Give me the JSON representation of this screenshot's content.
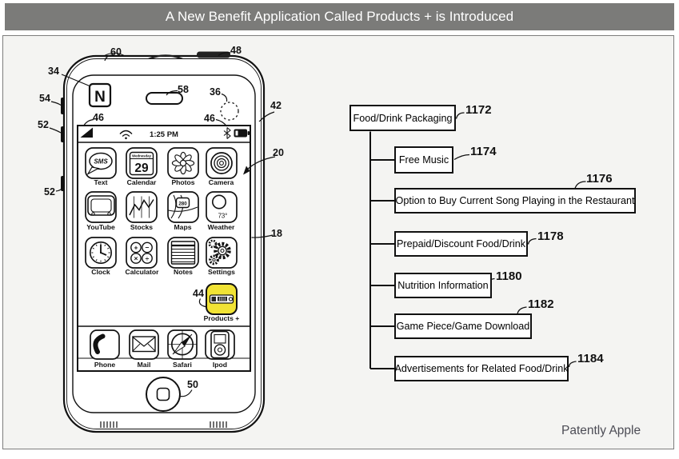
{
  "header": {
    "title": "A New Benefit Application Called  Products + is Introduced"
  },
  "phone": {
    "nfc_letter": "N",
    "status_bar": {
      "time": "1:25 PM"
    },
    "calendar": {
      "day_name": "Wednesday",
      "day_number": "29"
    },
    "sms_text": "SMS",
    "weather_temp": "73°",
    "maps_shield": "280",
    "calculator_keys": [
      "+",
      "−",
      "×",
      "÷"
    ],
    "apps": [
      {
        "label": "Text",
        "icon": "sms-bubble-icon"
      },
      {
        "label": "Calendar",
        "icon": "calendar-icon"
      },
      {
        "label": "Photos",
        "icon": "flower-icon"
      },
      {
        "label": "Camera",
        "icon": "camera-lens-icon"
      },
      {
        "label": "YouTube",
        "icon": "tv-icon"
      },
      {
        "label": "Stocks",
        "icon": "stock-chart-icon"
      },
      {
        "label": "Maps",
        "icon": "map-route-icon"
      },
      {
        "label": "Weather",
        "icon": "sun-icon"
      },
      {
        "label": "Clock",
        "icon": "clock-icon"
      },
      {
        "label": "Calculator",
        "icon": "calculator-icon"
      },
      {
        "label": "Notes",
        "icon": "notepad-icon"
      },
      {
        "label": "Settings",
        "icon": "gears-icon"
      }
    ],
    "products_app": {
      "label": "Products +",
      "icon": "barcode-product-icon",
      "highlight_color": "#f1e335"
    },
    "dock": [
      {
        "label": "Phone",
        "icon": "handset-icon"
      },
      {
        "label": "Mail",
        "icon": "envelope-icon"
      },
      {
        "label": "Safari",
        "icon": "compass-icon"
      },
      {
        "label": "Ipod",
        "icon": "ipod-icon"
      }
    ]
  },
  "callouts": {
    "top_edge": "60",
    "sleep_button": "48",
    "nfc": "34",
    "mute_switch": "54",
    "volume_up": "52",
    "volume_down": "52",
    "speaker": "58",
    "camera": "36",
    "housing": "42",
    "signal": "46",
    "bluetooth": "46",
    "display": "20",
    "screen": "18",
    "products_app": "44",
    "home_button": "50"
  },
  "flowchart": {
    "root": {
      "label": "Food/Drink Packaging",
      "ref": "1172"
    },
    "children": [
      {
        "label": "Free Music",
        "ref": "1174"
      },
      {
        "label": "Option to Buy Current Song Playing in the Restaurant",
        "ref": "1176"
      },
      {
        "label": "Prepaid/Discount Food/Drink",
        "ref": "1178"
      },
      {
        "label": "Nutrition Information",
        "ref": "1180"
      },
      {
        "label": "Game Piece/Game Download",
        "ref": "1182"
      },
      {
        "label": "Advertisements for Related Food/Drink",
        "ref": "1184"
      }
    ]
  },
  "footer": {
    "credit": "Patently Apple"
  }
}
